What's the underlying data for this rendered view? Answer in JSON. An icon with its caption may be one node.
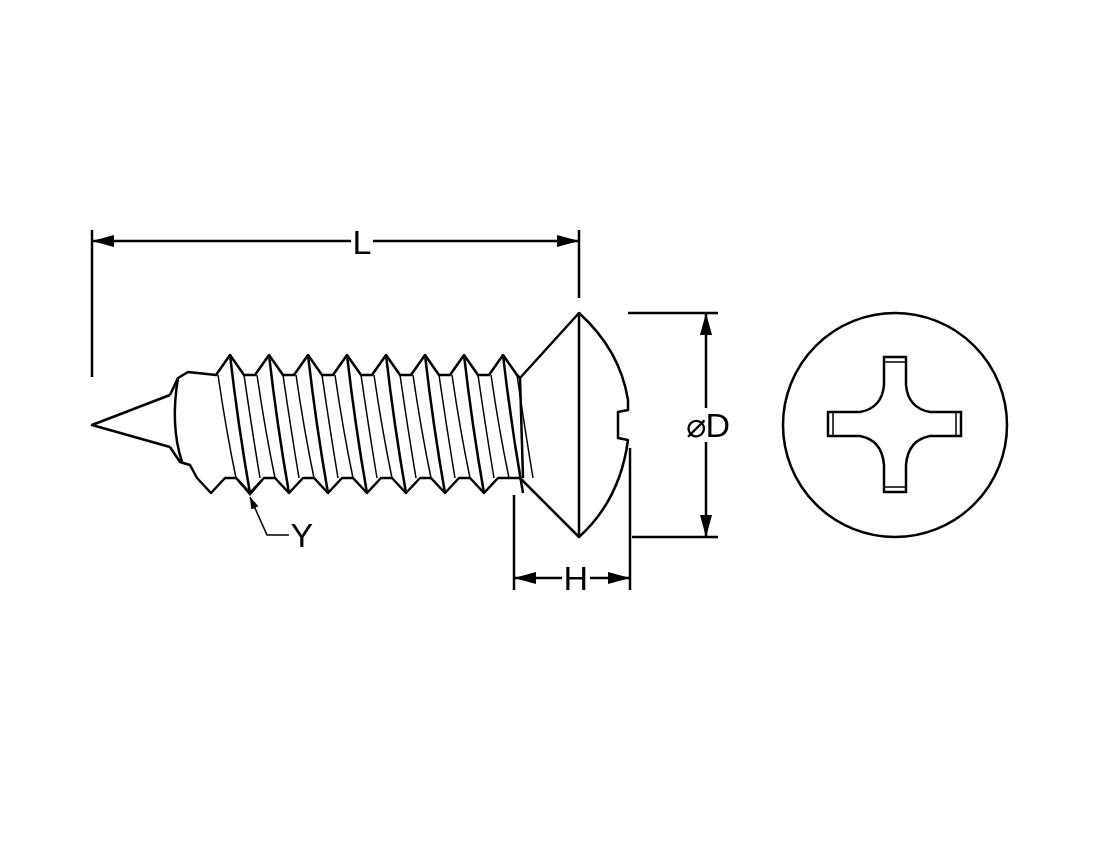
{
  "diagram": {
    "nodes": [
      {
        "text": [
          "Y"
        ]
      },
      {
        "text": [],
        "shape": "picture"
      }
    ],
    "edges": [
      {
        "from": 0,
        "to": 1,
        "arrow": "to"
      }
    ],
    "labels": [
      "L",
      "⌀D",
      "H"
    ]
  }
}
